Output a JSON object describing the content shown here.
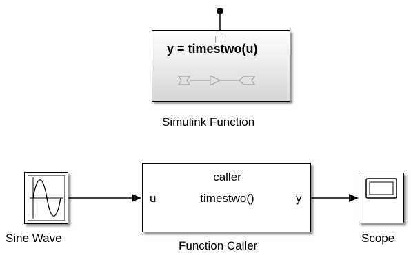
{
  "simulink_function": {
    "signature": "y = timestwo(u)",
    "label": "Simulink Function"
  },
  "sine_wave": {
    "label": "Sine Wave"
  },
  "function_caller": {
    "line1": "caller",
    "line2": "timestwo()",
    "input_port": "u",
    "output_port": "y",
    "label": "Function Caller"
  },
  "scope": {
    "label": "Scope"
  },
  "colors": {
    "block_border": "#000000",
    "function_fill_top": "#ffffff",
    "function_fill_bottom": "#dcdcdc",
    "icon_gray": "#9a9a9a"
  },
  "icons": {
    "trigger_port": "trigger-port-icon",
    "sine": "sine-wave-icon",
    "scope": "scope-screen-icon",
    "function_ports": "function-port-glyph-icon"
  }
}
